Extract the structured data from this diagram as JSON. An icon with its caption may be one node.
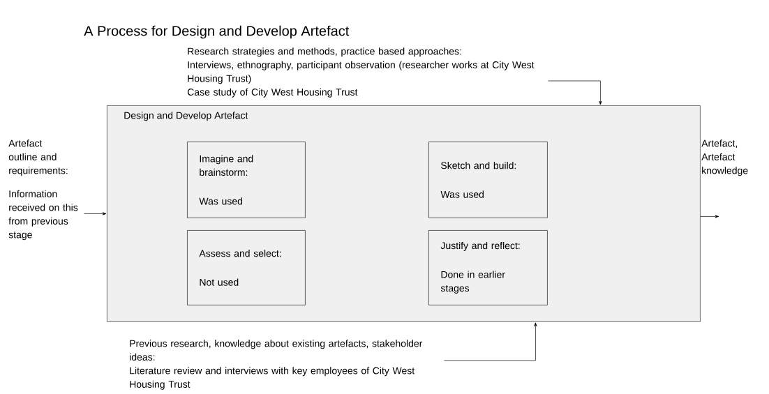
{
  "diagram": {
    "title": "A Process for Design and Develop Artefact",
    "nodes": [
      {
        "text": [
          "Design and Develop Artefact"
        ]
      },
      {
        "text": [
          "Imagine and brainstorm:",
          "Was used"
        ],
        "in": 0
      },
      {
        "text": [
          "Sketch and build:",
          "Was used"
        ],
        "in": 0
      },
      {
        "text": [
          "Assess and select:",
          "Not used"
        ],
        "in": 0
      },
      {
        "text": [
          "Justify and reflect:",
          "Done in earlier stages"
        ],
        "in": 0
      },
      {
        "text": [
          "Research strategies and methods, practice based approaches:",
          "Interviews, ethnography, participant observation (researcher works at City West Housing Trust)",
          "Case study of City West Housing Trust"
        ]
      },
      {
        "text": [
          "Artefact outline and requirements:",
          "Information received on this from previous stage"
        ]
      },
      {
        "text": [
          "Previous research, knowledge about existing artefacts, stakeholder ideas:",
          "Literature review and interviews with key employees of City West Housing Trust"
        ]
      }
    ],
    "edges": [
      {
        "from": 5,
        "to": 0,
        "arrow": "to"
      },
      {
        "from": 6,
        "to": 0,
        "arrow": "to"
      },
      {
        "from": 0,
        "to": null,
        "arrow": "to"
      },
      {
        "from": 7,
        "to": 0,
        "arrow": "to"
      }
    ],
    "labels": [
      "Artefact, Artefact knowledge"
    ]
  }
}
